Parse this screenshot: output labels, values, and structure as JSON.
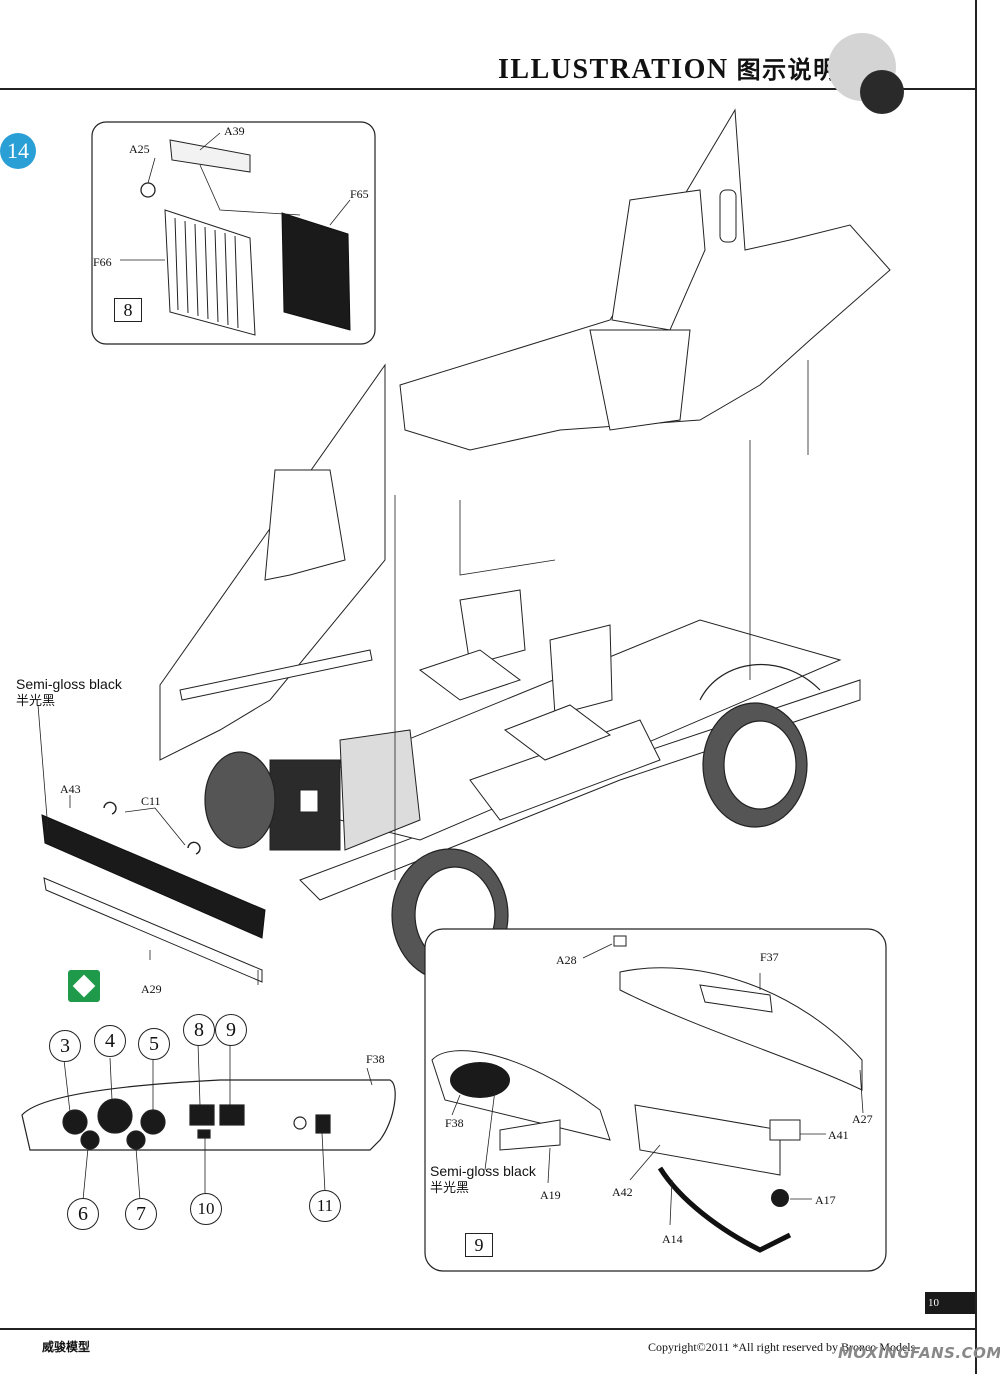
{
  "header": {
    "title": "ILLUSTRATION",
    "title_cn": "图示说明:"
  },
  "step": {
    "number": "14"
  },
  "inset_top": {
    "step_box": "8",
    "labels": [
      "A25",
      "A39",
      "F65",
      "F66"
    ]
  },
  "inset_bottom": {
    "step_box": "9",
    "labels": [
      "A28",
      "F37",
      "F38",
      "A27",
      "A41",
      "A19",
      "A42",
      "A17",
      "A14"
    ],
    "paint": {
      "en": "Semi-gloss black",
      "cn": "半光黑"
    }
  },
  "main": {
    "paint": {
      "en": "Semi-gloss black",
      "cn": "半光黑"
    },
    "labels": [
      "A43",
      "C11",
      "A29"
    ]
  },
  "dashboard": {
    "label": "F38",
    "gauges_top": [
      "3",
      "4",
      "5",
      "8",
      "9"
    ],
    "gauges_bottom": [
      "6",
      "7",
      "10",
      "11"
    ]
  },
  "footer": {
    "left": "威骏模型",
    "right": "Copyright©2011  *All right reserved by Bronco Models",
    "page": "10",
    "watermark": "MOXINGFANS.COM"
  },
  "colors": {
    "step_badge": "#2a9fd6",
    "decal_green": "#1f9a4a",
    "part_black": "#1a1a1a"
  }
}
